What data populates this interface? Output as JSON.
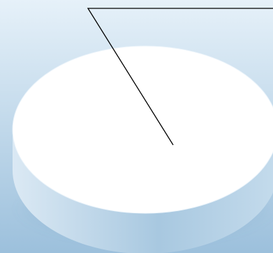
{
  "chart_data": {
    "type": "pie",
    "style": "3d",
    "slices": [
      {
        "value": 100,
        "label": "",
        "color": "#ffffff"
      }
    ],
    "leader_line": true,
    "legend": "none"
  },
  "colors": {
    "background_top": "#e6f1f9",
    "background_bottom": "#9cc0dc",
    "pie_top": "#ffffff",
    "pie_side_dark": "#a8c8e0",
    "pie_side_light": "#dbe9f4",
    "leader_line": "#000000"
  }
}
